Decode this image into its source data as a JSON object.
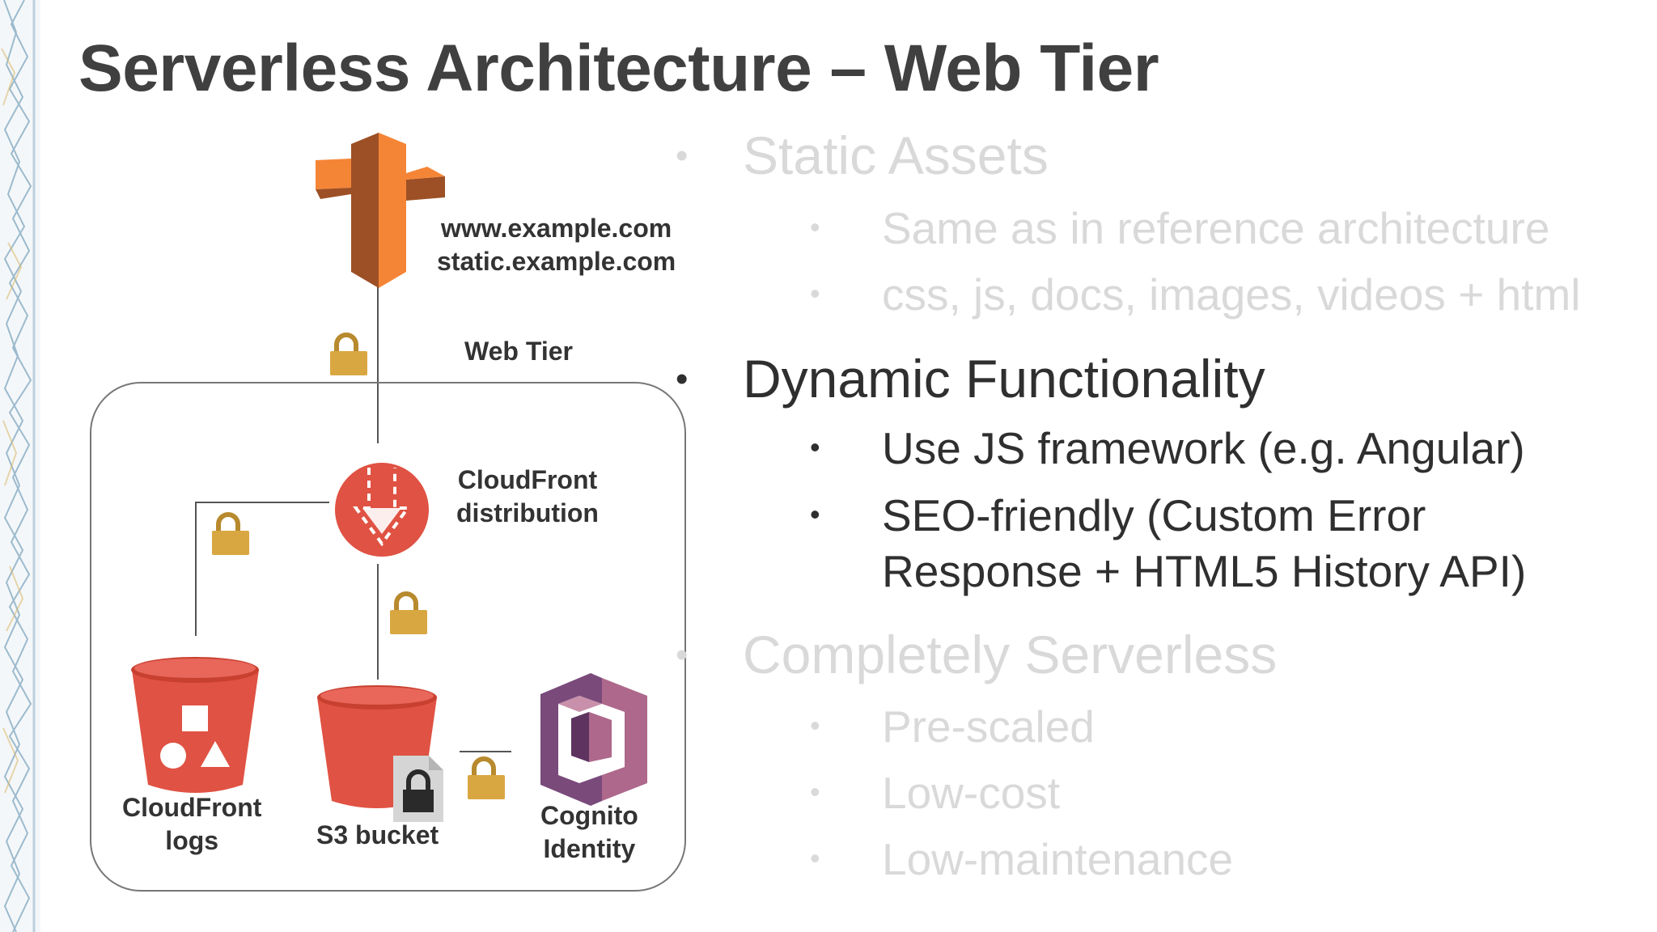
{
  "slide": {
    "title": "Serverless Architecture – Web Tier"
  },
  "diagram": {
    "labels": {
      "domains_line1": "www.example.com",
      "domains_line2": "static.example.com",
      "web_tier": "Web Tier",
      "cloudfront_line1": "CloudFront",
      "cloudfront_line2": "distribution",
      "logs_line1": "CloudFront",
      "logs_line2": "logs",
      "s3": "S3 bucket",
      "cognito_line1": "Cognito",
      "cognito_line2": "Identity"
    },
    "icons": [
      "route53-icon",
      "lock-icon",
      "cloudfront-icon",
      "s3-bucket-icon",
      "cognito-icon"
    ],
    "colors": {
      "route53_light": "#F58536",
      "route53_dark": "#9D5025",
      "red": "#E05243",
      "lock_gold": "#D9A741",
      "cognito_purple": "#7A4A7B",
      "cognito_light": "#AD688B"
    }
  },
  "bullets": [
    {
      "text": "Static Assets",
      "state": "faded",
      "sub": [
        "Same as in reference architecture",
        "css, js, docs, images, videos + html"
      ]
    },
    {
      "text": "Dynamic Functionality",
      "state": "active",
      "sub": [
        "Use JS framework (e.g. Angular)",
        "SEO-friendly (Custom Error",
        "Response + HTML5 History API)"
      ]
    },
    {
      "text": "Completely Serverless",
      "state": "faded",
      "sub": [
        "Pre-scaled",
        "Low-cost",
        "Low-maintenance"
      ]
    }
  ],
  "bullet_glyph": "•"
}
